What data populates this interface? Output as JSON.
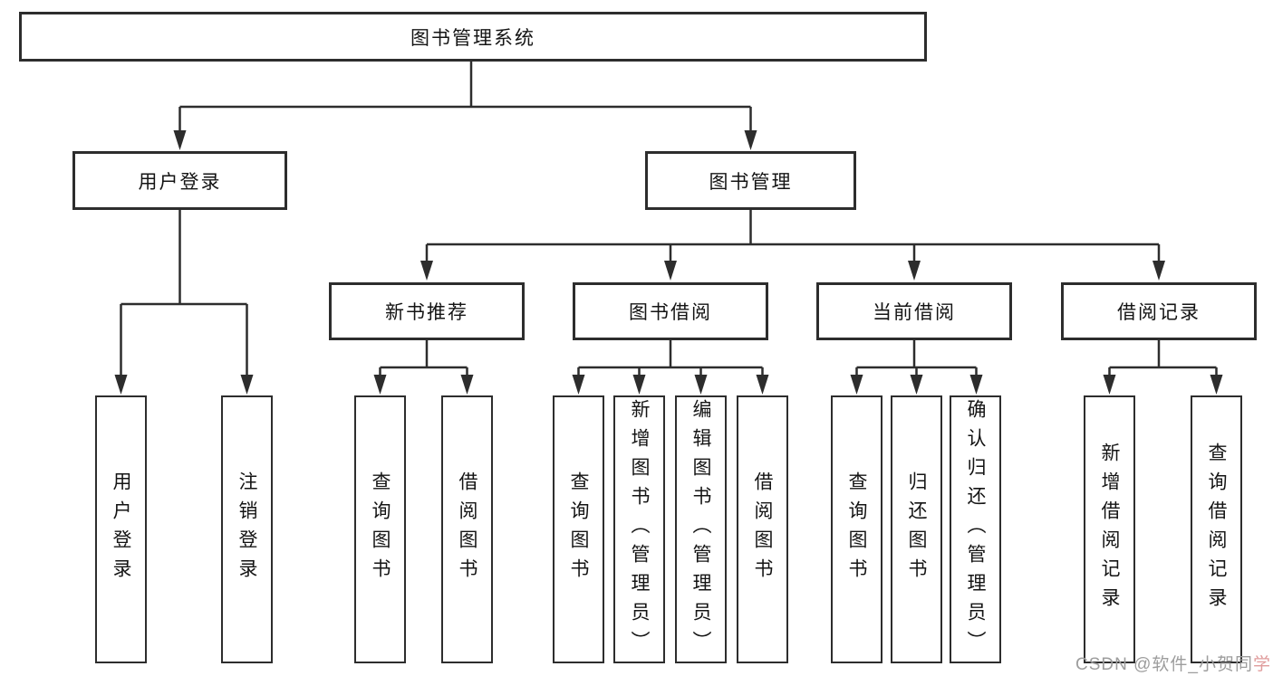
{
  "tree": {
    "root_label": "图书管理系统",
    "level2": [
      {
        "label": "用户登录",
        "children": [
          "用户登录",
          "注销登录"
        ]
      },
      {
        "label": "图书管理",
        "children": [
          {
            "label": "新书推荐",
            "children": [
              "查询图书",
              "借阅图书"
            ]
          },
          {
            "label": "图书借阅",
            "children": [
              "查询图书",
              "新增图书（管理员）",
              "编辑图书（管理员）",
              "借阅图书"
            ]
          },
          {
            "label": "当前借阅",
            "children": [
              "查询图书",
              "归还图书",
              "确认归还（管理员）"
            ]
          },
          {
            "label": "借阅记录",
            "children": [
              "新增借阅记录",
              "查询借阅记录"
            ]
          }
        ]
      }
    ]
  },
  "watermark": {
    "text_main": "CSDN @软件_小贺同",
    "text_accent": "学"
  },
  "colors": {
    "line": "#2d2d2d",
    "box_border": "#2d2d2d",
    "text": "#141414",
    "watermark_gray": "#9d9d9d",
    "watermark_accent": "#e09c9c"
  }
}
